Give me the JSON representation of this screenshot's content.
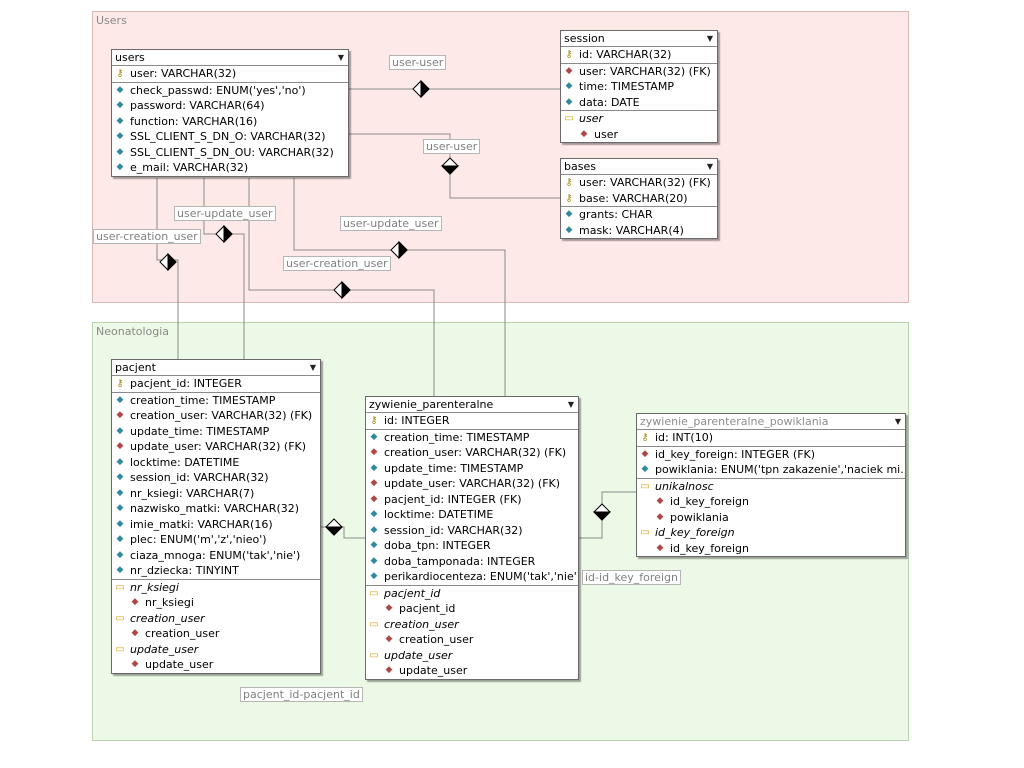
{
  "regions": {
    "users": "Users",
    "neonatologia": "Neonatologia"
  },
  "tables": {
    "users": {
      "name": "users",
      "rows": [
        {
          "icon": "pk",
          "text": "user: VARCHAR(32)"
        },
        {
          "icon": "col",
          "text": "check_passwd: ENUM('yes','no')"
        },
        {
          "icon": "col",
          "text": "password: VARCHAR(64)"
        },
        {
          "icon": "col",
          "text": "function: VARCHAR(16)"
        },
        {
          "icon": "col",
          "text": "SSL_CLIENT_S_DN_O: VARCHAR(32)"
        },
        {
          "icon": "col",
          "text": "SSL_CLIENT_S_DN_OU: VARCHAR(32)"
        },
        {
          "icon": "col",
          "text": "e_mail: VARCHAR(32)"
        }
      ]
    },
    "session": {
      "name": "session",
      "rows": [
        {
          "icon": "pk",
          "text": "id: VARCHAR(32)"
        },
        {
          "icon": "fk",
          "text": "user: VARCHAR(32) (FK)"
        },
        {
          "icon": "col",
          "text": "time: TIMESTAMP"
        },
        {
          "icon": "col",
          "text": "data: DATE"
        }
      ],
      "indexes": [
        {
          "name": "user",
          "keys": [
            "user"
          ]
        }
      ]
    },
    "bases": {
      "name": "bases",
      "rows": [
        {
          "icon": "pk",
          "text": "user: VARCHAR(32) (FK)"
        },
        {
          "icon": "pk",
          "text": "base: VARCHAR(20)"
        },
        {
          "icon": "col",
          "text": "grants: CHAR"
        },
        {
          "icon": "col",
          "text": "mask: VARCHAR(4)"
        }
      ]
    },
    "pacjent": {
      "name": "pacjent",
      "rows": [
        {
          "icon": "pk",
          "text": "pacjent_id: INTEGER"
        },
        {
          "icon": "col",
          "text": "creation_time: TIMESTAMP"
        },
        {
          "icon": "fk",
          "text": "creation_user: VARCHAR(32) (FK)"
        },
        {
          "icon": "col",
          "text": "update_time: TIMESTAMP"
        },
        {
          "icon": "fk",
          "text": "update_user: VARCHAR(32) (FK)"
        },
        {
          "icon": "col",
          "text": "locktime: DATETIME"
        },
        {
          "icon": "col",
          "text": "session_id: VARCHAR(32)"
        },
        {
          "icon": "col",
          "text": "nr_ksiegi: VARCHAR(7)"
        },
        {
          "icon": "col",
          "text": "nazwisko_matki: VARCHAR(32)"
        },
        {
          "icon": "col",
          "text": "imie_matki: VARCHAR(16)"
        },
        {
          "icon": "col",
          "text": "plec: ENUM('m','z','nieo')"
        },
        {
          "icon": "col",
          "text": "ciaza_mnoga: ENUM('tak','nie')"
        },
        {
          "icon": "col",
          "text": "nr_dziecka: TINYINT"
        }
      ],
      "indexes": [
        {
          "name": "nr_ksiegi",
          "keys": [
            "nr_ksiegi"
          ]
        },
        {
          "name": "creation_user",
          "keys": [
            "creation_user"
          ]
        },
        {
          "name": "update_user",
          "keys": [
            "update_user"
          ]
        }
      ]
    },
    "zywienie": {
      "name": "zywienie_parenteralne",
      "rows": [
        {
          "icon": "pk",
          "text": "id: INTEGER"
        },
        {
          "icon": "col",
          "text": "creation_time: TIMESTAMP"
        },
        {
          "icon": "fk",
          "text": "creation_user: VARCHAR(32) (FK)"
        },
        {
          "icon": "col",
          "text": "update_time: TIMESTAMP"
        },
        {
          "icon": "fk",
          "text": "update_user: VARCHAR(32) (FK)"
        },
        {
          "icon": "fk",
          "text": "pacjent_id: INTEGER (FK)"
        },
        {
          "icon": "col",
          "text": "locktime: DATETIME"
        },
        {
          "icon": "col",
          "text": "session_id: VARCHAR(32)"
        },
        {
          "icon": "col",
          "text": "doba_tpn: INTEGER"
        },
        {
          "icon": "col",
          "text": "doba_tamponada: INTEGER"
        },
        {
          "icon": "col",
          "text": "perikardiocenteza: ENUM('tak','nie')"
        }
      ],
      "indexes": [
        {
          "name": "pacjent_id",
          "keys": [
            "pacjent_id"
          ]
        },
        {
          "name": "creation_user",
          "keys": [
            "creation_user"
          ]
        },
        {
          "name": "update_user",
          "keys": [
            "update_user"
          ]
        }
      ]
    },
    "powiklania": {
      "name": "zywienie_parenteralne_powiklania",
      "rows": [
        {
          "icon": "pk",
          "text": "id: INT(10)"
        },
        {
          "icon": "fk",
          "text": "id_key_foreign: INTEGER (FK)"
        },
        {
          "icon": "col",
          "text": "powiklania: ENUM('tpn zakazenie','naciek mi..."
        }
      ],
      "indexes": [
        {
          "name": "unikalnosc",
          "keys": [
            "id_key_foreign",
            "powiklania"
          ]
        },
        {
          "name": "id_key_foreign",
          "keys": [
            "id_key_foreign"
          ]
        }
      ]
    }
  },
  "relations": {
    "user_user_1": "user-user",
    "user_user_2": "user-user",
    "user_update_user_1": "user-update_user",
    "user_update_user_2": "user-update_user",
    "user_creation_user_1": "user-creation_user",
    "user_creation_user_2": "user-creation_user",
    "pacjent_id": "pacjent_id-pacjent_id",
    "id_key_foreign": "id-id_key_foreign"
  },
  "icons": {
    "primary_key": "key-icon",
    "foreign_key": "fk-diamond-icon",
    "column": "column-diamond-icon",
    "index": "folder-key-icon",
    "menu": "dropdown-arrow-icon"
  },
  "colors": {
    "users_region_bg": "#fde9e7",
    "neonatologia_region_bg": "#ecf9e6",
    "fk_icon": "#b04646",
    "column_icon": "#2f8aa0",
    "pk_icon": "#a08a10",
    "index_icon": "#d9a11b"
  }
}
